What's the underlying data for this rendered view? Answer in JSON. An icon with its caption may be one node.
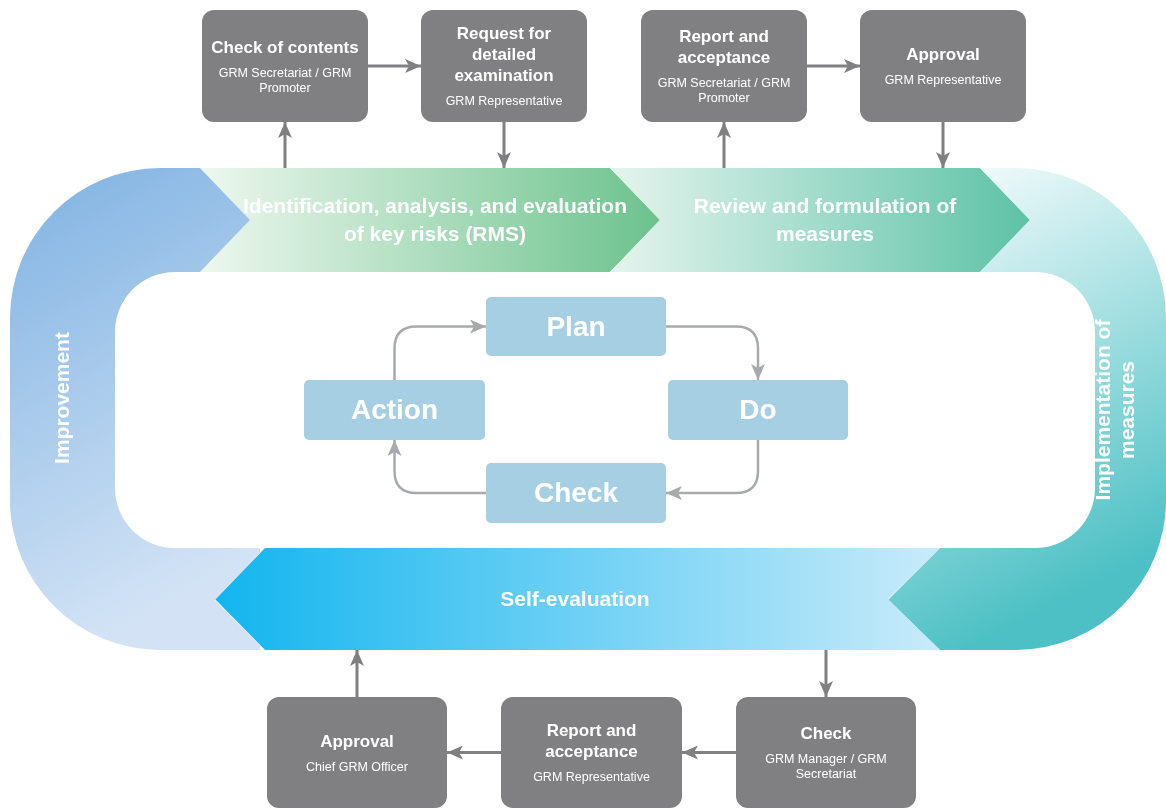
{
  "diagram": {
    "nodes": [
      {
        "text": [
          "Check of contents",
          "GRM Secretariat / GRM Promoter"
        ]
      },
      {
        "text": [
          "Request for detailed examination",
          "GRM Representative"
        ]
      },
      {
        "text": [
          "Report and acceptance",
          "GRM Secretariat / GRM Promoter"
        ]
      },
      {
        "text": [
          "Approval",
          "GRM Representative"
        ]
      },
      {
        "text": [
          "Identification, analysis, and evaluation of key risks (RMS)"
        ]
      },
      {
        "text": [
          "Review and formulation of measures"
        ]
      },
      {
        "text": [
          "Implementation of measures"
        ]
      },
      {
        "text": [
          "Self-evaluation"
        ]
      },
      {
        "text": [
          "Improvement"
        ]
      },
      {
        "text": [
          "Plan"
        ]
      },
      {
        "text": [
          "Do"
        ]
      },
      {
        "text": [
          "Check"
        ]
      },
      {
        "text": [
          "Action"
        ]
      },
      {
        "text": [
          "Approval",
          "Chief GRM Officer"
        ]
      },
      {
        "text": [
          "Report and acceptance",
          "GRM Representative"
        ]
      },
      {
        "text": [
          "Check",
          "GRM Manager / GRM Secretariat"
        ]
      }
    ],
    "edges": [
      {
        "from": 4,
        "to": 0,
        "arrow": "to"
      },
      {
        "from": 0,
        "to": 1,
        "arrow": "to"
      },
      {
        "from": 1,
        "to": 4,
        "arrow": "to"
      },
      {
        "from": 5,
        "to": 2,
        "arrow": "to"
      },
      {
        "from": 2,
        "to": 3,
        "arrow": "to"
      },
      {
        "from": 3,
        "to": 5,
        "arrow": "to"
      },
      {
        "from": 7,
        "to": 15,
        "arrow": "to"
      },
      {
        "from": 15,
        "to": 14,
        "arrow": "to"
      },
      {
        "from": 14,
        "to": 13,
        "arrow": "to"
      },
      {
        "from": 13,
        "to": 7,
        "arrow": "to"
      },
      {
        "from": 9,
        "to": 10,
        "arrow": "to",
        "color": "#a7a9ac"
      },
      {
        "from": 10,
        "to": 11,
        "arrow": "to",
        "color": "#a7a9ac"
      },
      {
        "from": 11,
        "to": 12,
        "arrow": "to",
        "color": "#a7a9ac"
      },
      {
        "from": 12,
        "to": 9,
        "arrow": "to",
        "color": "#a7a9ac"
      }
    ]
  }
}
